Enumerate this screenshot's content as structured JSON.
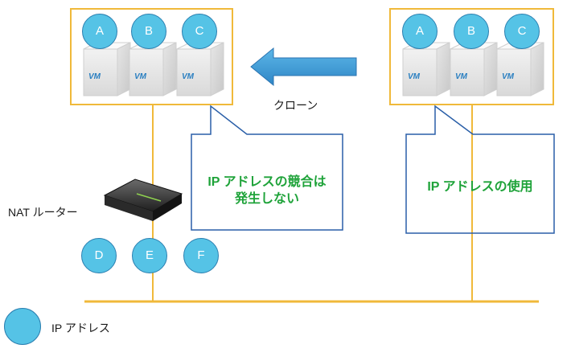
{
  "left_group": {
    "vms": [
      {
        "id": "A"
      },
      {
        "id": "B"
      },
      {
        "id": "C"
      }
    ]
  },
  "right_group": {
    "vms": [
      {
        "id": "A"
      },
      {
        "id": "B"
      },
      {
        "id": "C"
      }
    ]
  },
  "vm_label": "VM",
  "clone_label": "クローン",
  "router_label": "NAT ルーター",
  "router_clients": [
    "D",
    "E",
    "F"
  ],
  "callout_left": {
    "line1": "IP アドレスの競合は",
    "line2": "発生しない"
  },
  "callout_right": "IP アドレスの使用",
  "legend": {
    "label": "IP アドレス"
  },
  "colors": {
    "frame": "#f0b93a",
    "ip_circle": "#55c3e6",
    "callout_border": "#2a5fa8",
    "callout_text": "#1fa33a",
    "arrow": "#3f9fd6"
  }
}
